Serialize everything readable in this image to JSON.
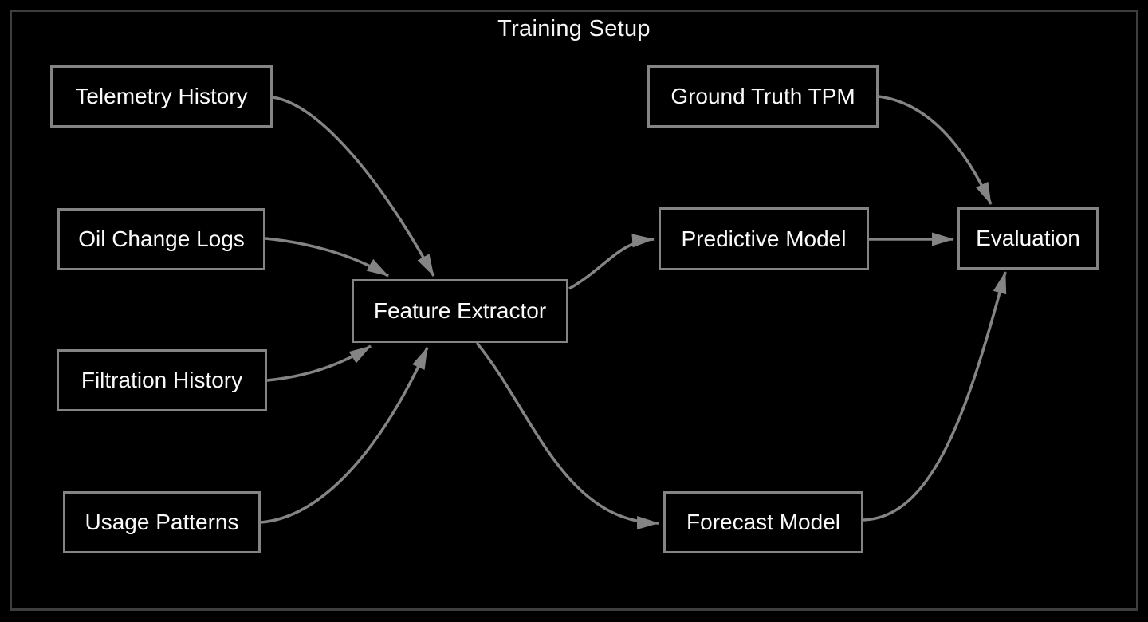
{
  "diagram": {
    "title": "Training Setup",
    "background_color": "#000000",
    "frame_color": "#3e3e3e",
    "node_border_color": "#848484",
    "edge_color": "#848484",
    "text_color": "#fafafa",
    "nodes": [
      {
        "id": "telemetry_history",
        "label": "Telemetry History"
      },
      {
        "id": "oil_change_logs",
        "label": "Oil Change Logs"
      },
      {
        "id": "filtration_history",
        "label": "Filtration History"
      },
      {
        "id": "usage_patterns",
        "label": "Usage Patterns"
      },
      {
        "id": "feature_extractor",
        "label": "Feature Extractor"
      },
      {
        "id": "ground_truth_tpm",
        "label": "Ground Truth TPM"
      },
      {
        "id": "predictive_model",
        "label": "Predictive Model"
      },
      {
        "id": "forecast_model",
        "label": "Forecast Model"
      },
      {
        "id": "evaluation",
        "label": "Evaluation"
      }
    ],
    "edges": [
      {
        "from": "telemetry_history",
        "to": "feature_extractor"
      },
      {
        "from": "oil_change_logs",
        "to": "feature_extractor"
      },
      {
        "from": "filtration_history",
        "to": "feature_extractor"
      },
      {
        "from": "usage_patterns",
        "to": "feature_extractor"
      },
      {
        "from": "feature_extractor",
        "to": "predictive_model"
      },
      {
        "from": "feature_extractor",
        "to": "forecast_model"
      },
      {
        "from": "ground_truth_tpm",
        "to": "evaluation"
      },
      {
        "from": "predictive_model",
        "to": "evaluation"
      },
      {
        "from": "forecast_model",
        "to": "evaluation"
      }
    ]
  }
}
